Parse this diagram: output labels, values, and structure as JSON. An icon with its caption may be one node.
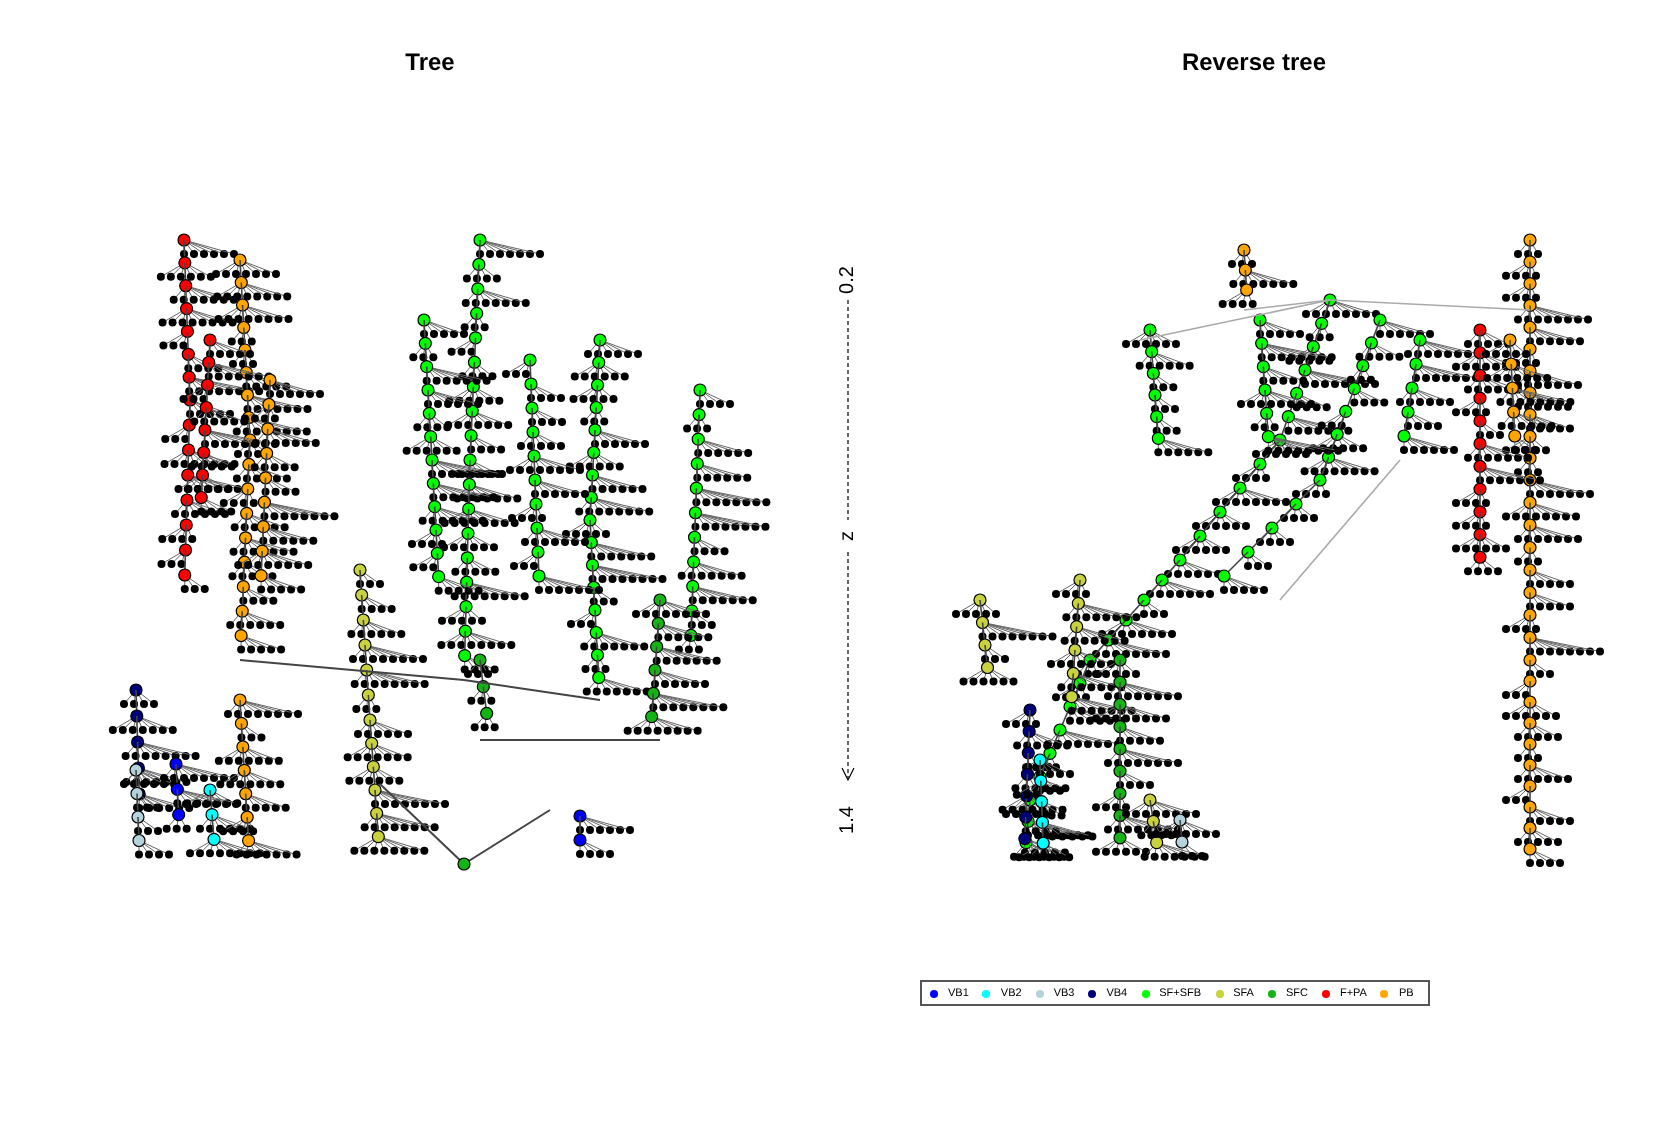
{
  "diagram": {
    "labels": [
      "Tree",
      "Reverse tree",
      "0.2",
      "z",
      "1.4"
    ],
    "legend": [
      {
        "text": "VB1",
        "color": "#0000ff"
      },
      {
        "text": "VB2",
        "color": "#00ffff"
      },
      {
        "text": "VB3",
        "color": "#b4d2dc"
      },
      {
        "text": "VB4",
        "color": "#00007a"
      },
      {
        "text": "SF+SFB",
        "color": "#00ff00"
      },
      {
        "text": "SFA",
        "color": "#c8d23c"
      },
      {
        "text": "SFC",
        "color": "#14b414"
      },
      {
        "text": "F+PA",
        "color": "#ff0000"
      },
      {
        "text": "PB",
        "color": "#ffa500"
      }
    ]
  }
}
